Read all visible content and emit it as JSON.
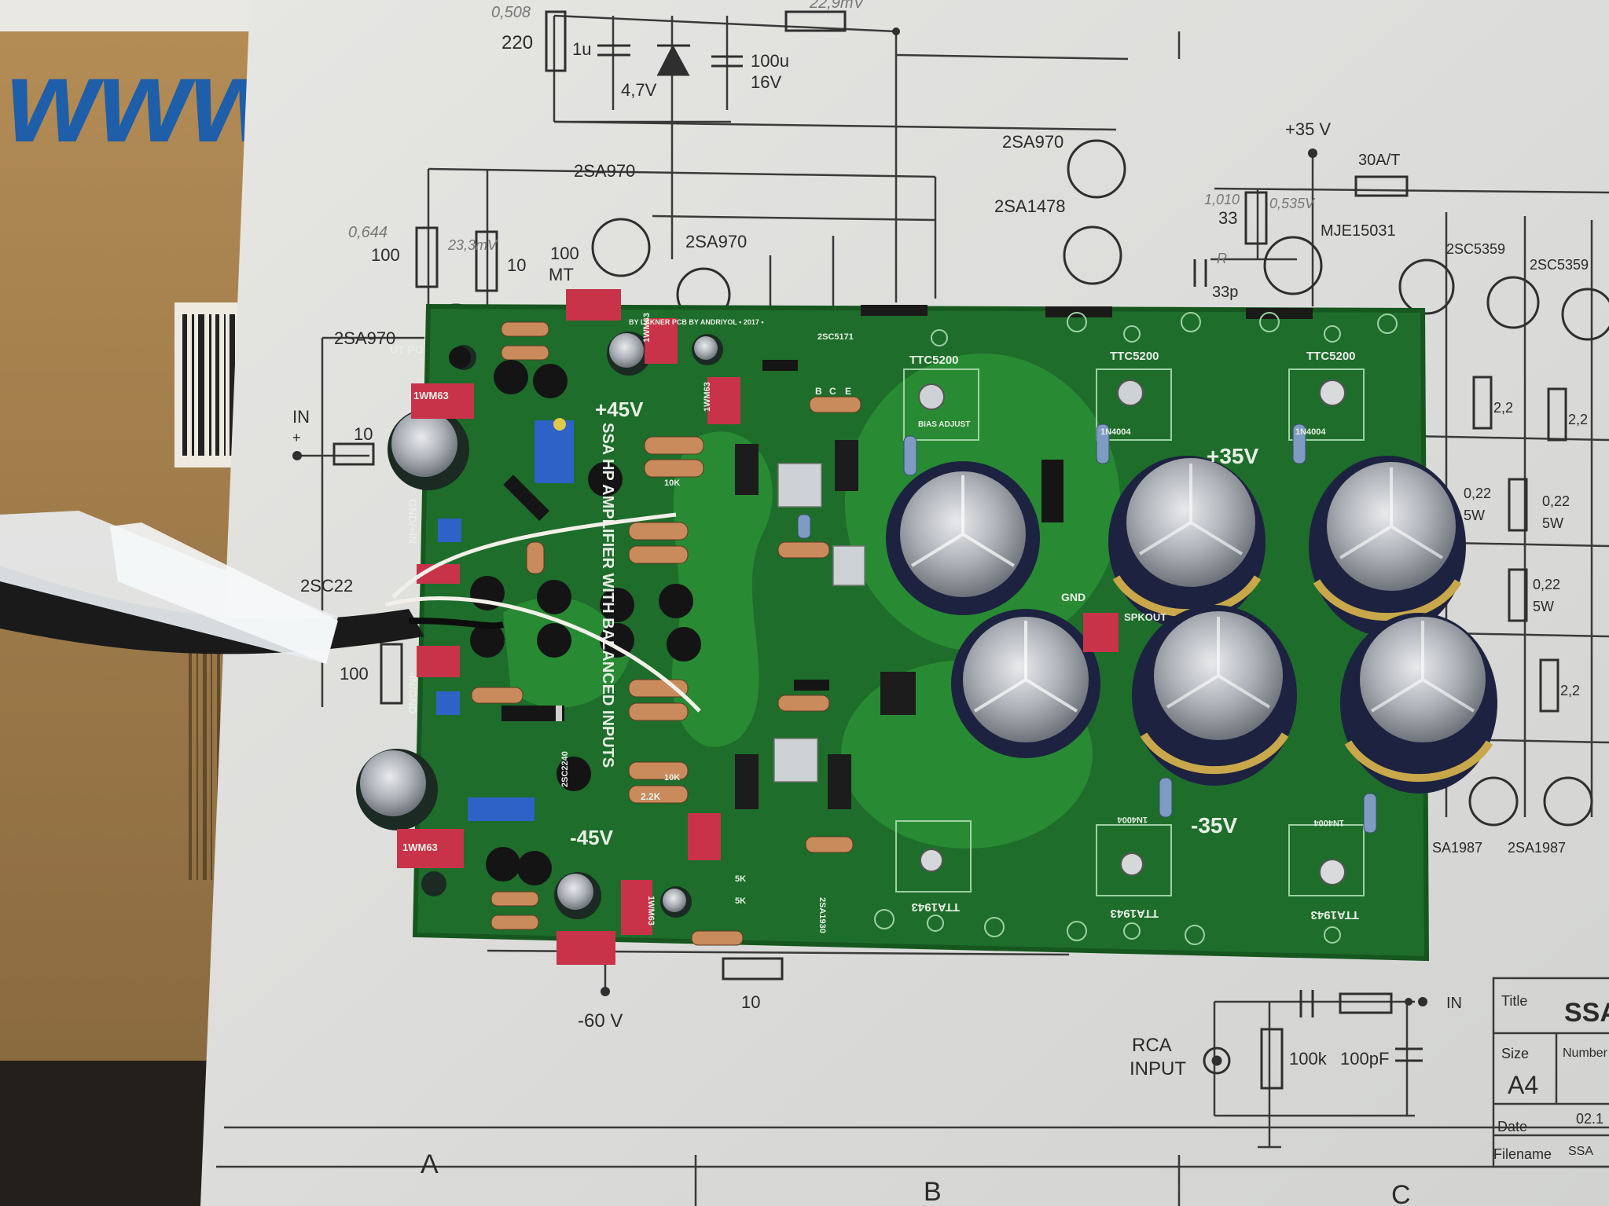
{
  "image": {
    "backdrop": {
      "box_text": "www"
    },
    "schematic": {
      "labels": {
        "r220": "220",
        "c1u": "1u",
        "zener": "4,7V",
        "c100u": "100u",
        "c16v": "16V",
        "q_2sa970_top_right": "2SA970",
        "q_2sa1478": "2SA1478",
        "q_2sa970_a": "2SA970",
        "q_2sa970_b": "2SA970",
        "r100_left": "100",
        "r10_left": "10",
        "r100mt": "100",
        "mt": "MT",
        "q_2sa970_left": "2SA970",
        "in_label": "IN",
        "plus": "+",
        "r10_in": "10",
        "q_2sc22": "2SC22",
        "r100_bottom": "100",
        "supply_neg": "-60 V",
        "r10_bottom": "10",
        "supply_pos": "+35  V",
        "fuse": "30A/T",
        "r33": "33",
        "r_tag": "R",
        "c33p": "33p",
        "q_mje15031": "MJE15031",
        "q_2sc5359_a": "2SC5359",
        "q_2sc5359_b": "2SC5359",
        "r22_a": "2,2",
        "r22_b": "2,2",
        "r022_a": "0,22",
        "r5w_a": "5W",
        "r022_b": "0,22",
        "r5w_b": "5W",
        "r022_c": "0,22",
        "r5w_c": "5W",
        "r22_c": "2,2",
        "q_sa1987": "SA1987",
        "q_2sa1987": "2SA1987",
        "in_right": "IN",
        "rca": "RCA",
        "rca_input": "INPUT",
        "r100k": "100k",
        "c100pf": "100pF",
        "tb_title": "Title",
        "tb_name": "SSA",
        "tb_size": "Size",
        "tb_number": "Number",
        "tb_a4": "A4",
        "tb_date": "Date",
        "tb_date_val": "02.1",
        "tb_filename": "Filename",
        "tb_file_val": "SSA",
        "zone_a": "A",
        "zone_b": "B",
        "zone_c": "C"
      },
      "pencil_notes": {
        "n1": "0,508",
        "n2": "22,9mV",
        "n3": "0,644",
        "n4": "23,3mV",
        "n5": "1,010",
        "n6": "0,535V"
      }
    },
    "pcb": {
      "rails": {
        "p45": "+45V",
        "n45": "-45V",
        "p35": "+35V",
        "n35": "-35V"
      },
      "parts": {
        "ttc_a": "TTC5200",
        "ttc_b": "TTC5200",
        "ttc_c": "TTC5200",
        "tta_a": "TTA1943",
        "tta_b": "TTA1943",
        "tta_c": "TTA1943",
        "bias": "BIAS ADJUST",
        "d_a": "1N4004",
        "d_b": "1N4004",
        "d_c": "1N4004",
        "d_d": "1N4004",
        "gnd": "GND",
        "spk": "SPKOUT",
        "cap_1": "1WM63",
        "cap_2": "1WM63",
        "cap_3": "1WM63",
        "cap_4": "1WM63",
        "cap_5": "1WM63",
        "r10k_a": "10K",
        "r10k_b": "10K",
        "r22k": "2.2K",
        "r5k_a": "5K",
        "r5k_b": "5K",
        "t_2sc5171": "2SC5171",
        "t_2sa1930": "2SA1930",
        "t_2sc2240": "2SC2240",
        "gnd_in": "GND/+IN",
        "in_gnd": "-IN/GND",
        "up": "UT PO",
        "pin_b": "B",
        "pin_c": "C",
        "pin_e": "E"
      },
      "title_strip": "SSA HP AMPLIFIER WITH BALANCED INPUTS",
      "credit": "BY  LAKNER  PCB BY ANDRIYOL • 2017 •"
    }
  }
}
